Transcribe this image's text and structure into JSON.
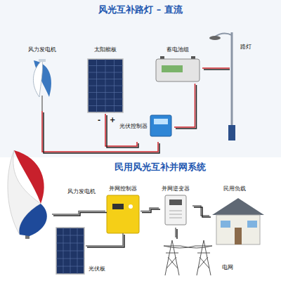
{
  "diagram": {
    "title": "风光互补路灯 – 直流",
    "nodes": [
      {
        "text": [
          "风力发电机"
        ]
      },
      {
        "text": [
          "太阳能板"
        ]
      },
      {
        "text": [
          "蓄电池组"
        ]
      },
      {
        "text": [
          "路灯"
        ]
      },
      {
        "text": [
          "光伏控制器"
        ]
      },
      {
        "text": [
          "风力发电机"
        ]
      },
      {
        "text": [
          "并网控制器"
        ]
      },
      {
        "text": [
          "并网逆变器"
        ]
      },
      {
        "text": [
          "民用负载"
        ]
      },
      {
        "text": [
          "光伏板"
        ]
      },
      {
        "text": [
          "电网"
        ]
      }
    ],
    "edges": [
      {
        "from": 0,
        "to": 4,
        "arrow": "none"
      },
      {
        "from": 1,
        "to": 4,
        "arrow": "none"
      },
      {
        "from": 4,
        "to": 2,
        "arrow": "none"
      },
      {
        "from": 2,
        "to": 3,
        "arrow": "none"
      },
      {
        "from": 5,
        "to": 6,
        "arrow": "none"
      },
      {
        "from": 9,
        "to": 6,
        "arrow": "none"
      },
      {
        "from": 6,
        "to": 7,
        "arrow": "none"
      },
      {
        "from": 7,
        "to": 8,
        "arrow": "none"
      },
      {
        "from": 7,
        "to": 10,
        "arrow": "none"
      }
    ],
    "labels": [
      "-",
      "+",
      "民用风光互补并网系统"
    ]
  }
}
